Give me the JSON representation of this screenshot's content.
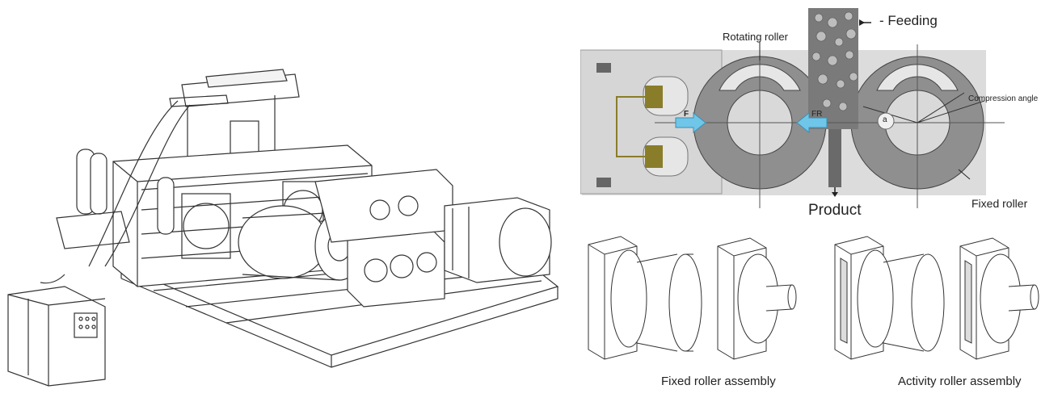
{
  "labels": {
    "feeding": "- Feeding",
    "rotating_roller": "Rotating roller",
    "compression_angle": "Compression angle",
    "force_f": "F",
    "force_fr": "FR",
    "angle_a": "a",
    "product": "Product",
    "fixed_roller": "Fixed roller"
  },
  "captions": {
    "fixed_assembly": "Fixed roller assembly",
    "activity_assembly": "Activity roller assembly"
  },
  "colors": {
    "line": "#333333",
    "roller_fill": "#8f8f8f",
    "background_gray": "#dcdcdc",
    "piston": "#8a7d2a",
    "arrow_blue": "#6fc6e8"
  }
}
